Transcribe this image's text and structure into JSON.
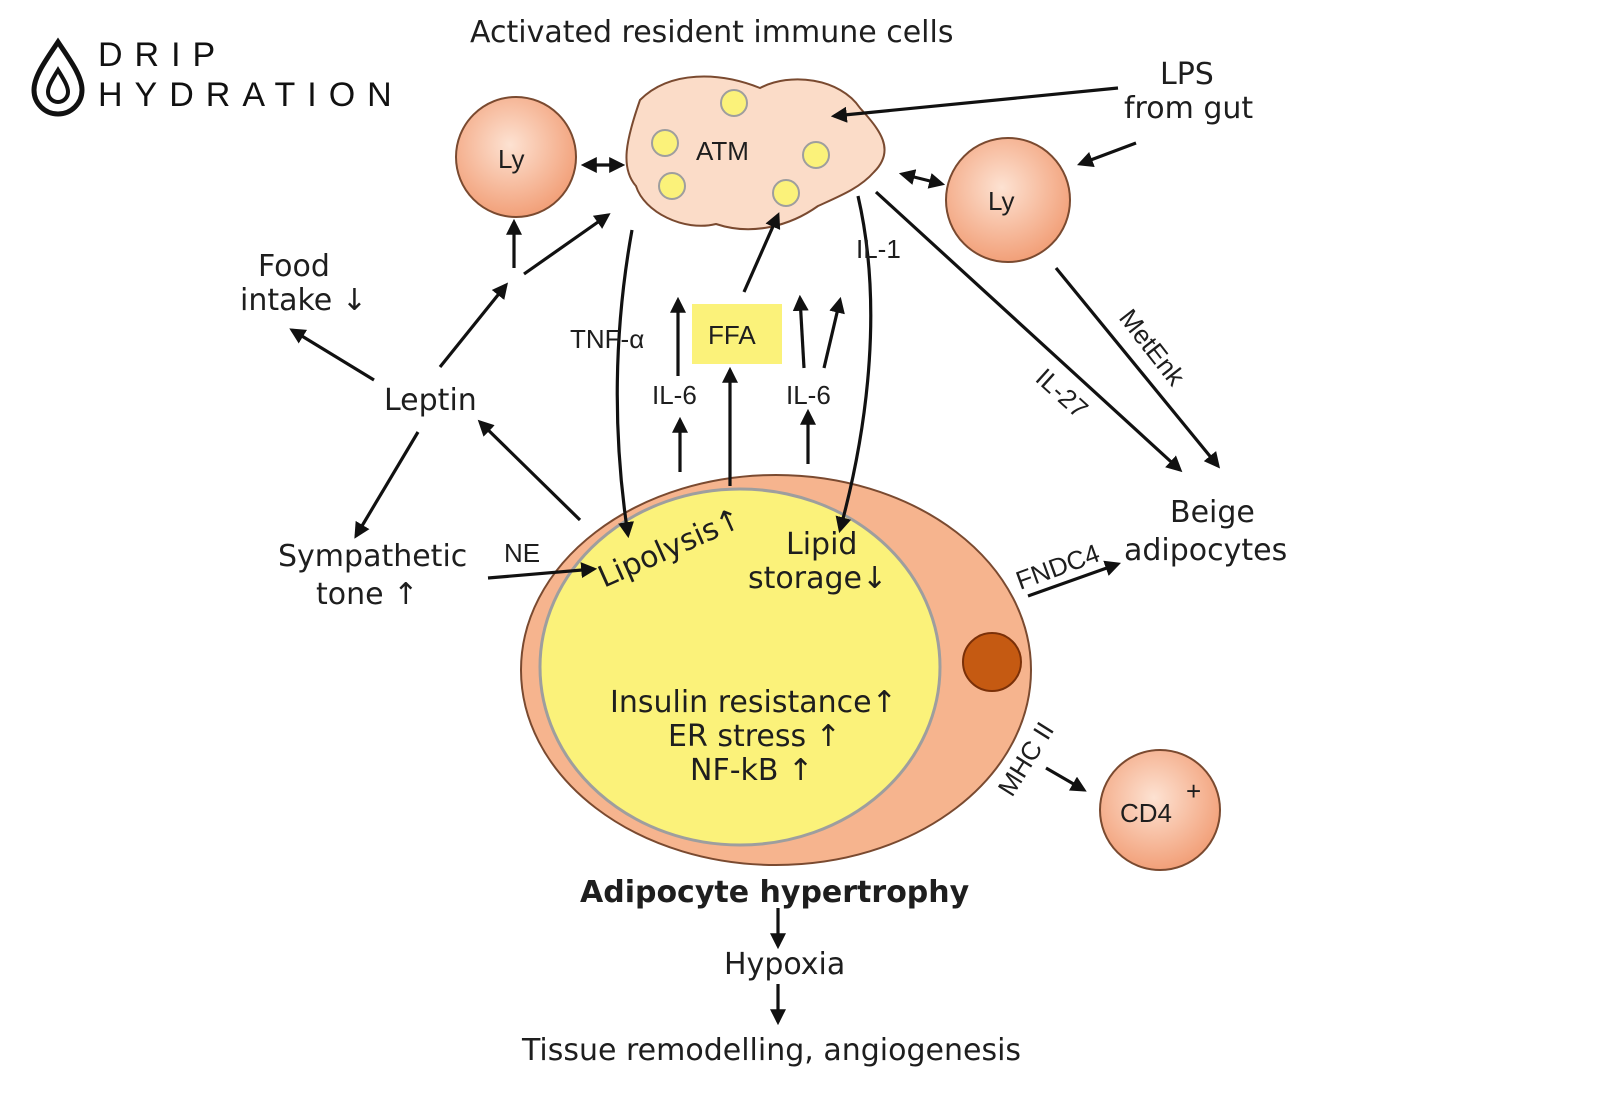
{
  "brand": {
    "line1": "DRIP",
    "line2": "HYDRATION",
    "icon": "water-drop-icon"
  },
  "title": "Activated resident immune cells",
  "nodes": {
    "atm": "ATM",
    "ly_left": "Ly",
    "ly_right": "Ly",
    "lps": [
      "LPS",
      "from gut"
    ],
    "food_intake": [
      "Food",
      "intake ↓"
    ],
    "leptin": "Leptin",
    "sympathetic": [
      "Sympathetic",
      "tone ↑"
    ],
    "ffa": "FFA",
    "beige": [
      "Beige",
      "adipocytes"
    ],
    "cd4": "CD4",
    "cd4_sup": "+"
  },
  "edge_labels": {
    "tnf": "TNF-α",
    "il6_left": "IL-6",
    "il6_right": "IL-6",
    "il1": "IL-1",
    "il27": "IL-27",
    "metenk": "MetEnk",
    "ne": "NE",
    "fndc4": "FNDC4",
    "mhc": "MHC II"
  },
  "cell": {
    "lipolysis": "Lipolysis↑",
    "lipid_storage": [
      "Lipid",
      "storage↓"
    ],
    "effects": [
      "Insulin resistance↑",
      "ER stress ↑",
      "NF-kB ↑"
    ]
  },
  "bottom": {
    "hypertrophy": "Adipocyte hypertrophy",
    "hypoxia": "Hypoxia",
    "remodelling": "Tissue remodelling, angiogenesis"
  },
  "colors": {
    "cell_outer": "#f6b48e",
    "cell_inner": "#fbf27a",
    "nucleus": "#c55a12",
    "atm": "#fbdcc8",
    "ly": "#f4a37a",
    "ffa": "#fbf27a"
  }
}
